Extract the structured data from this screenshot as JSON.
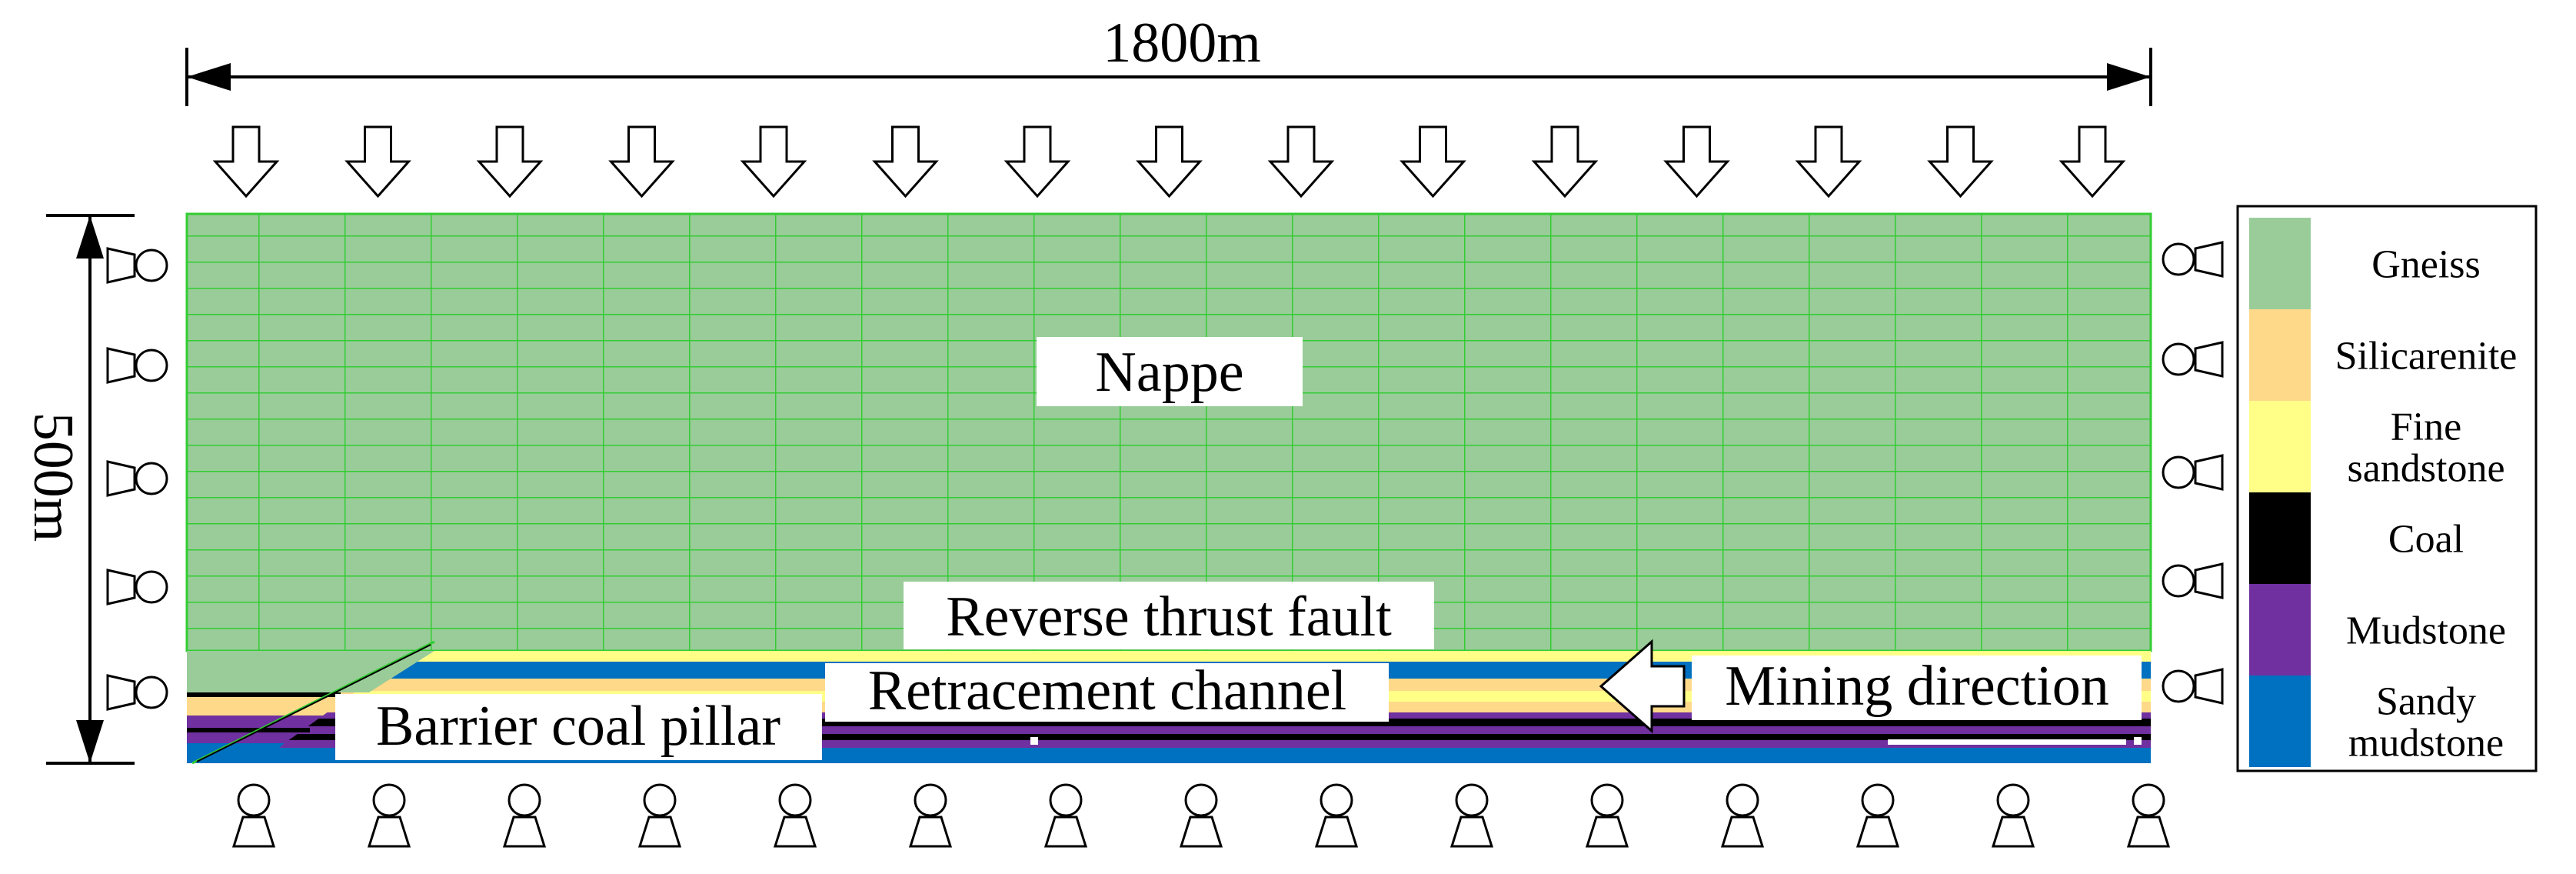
{
  "dimensions": {
    "width_label": "1800m",
    "height_label": "500m"
  },
  "labels": {
    "nappe": "Nappe",
    "reverse_thrust_fault": "Reverse thrust fault",
    "retracement_channel": "Retracement channel",
    "mining_direction": "Mining direction",
    "barrier_coal_pillar": "Barrier coal pillar"
  },
  "legend": [
    {
      "lines": [
        "Gneiss"
      ],
      "color": "#99cc99"
    },
    {
      "lines": [
        "Silicarenite"
      ],
      "color": "#ffd98a"
    },
    {
      "lines": [
        "Fine",
        "sandstone"
      ],
      "color": "#ffff88"
    },
    {
      "lines": [
        "Coal"
      ],
      "color": "#000000"
    },
    {
      "lines": [
        "Mudstone"
      ],
      "color": "#7030a0"
    },
    {
      "lines": [
        "Sandy",
        "mudstone"
      ],
      "color": "#0070c0"
    }
  ],
  "colors": {
    "gneiss": "#99cc99",
    "gneiss_grid": "#33cc33",
    "silicarenite": "#ffd98a",
    "fine_sandstone": "#ffff88",
    "coal": "#000000",
    "mudstone": "#7030a0",
    "sandy_mudstone": "#0070c0"
  },
  "symbols": {
    "load_arrows": "load-arrow-icon",
    "side_supports": "roller-support-icon",
    "bottom_supports": "pin-support-icon"
  }
}
